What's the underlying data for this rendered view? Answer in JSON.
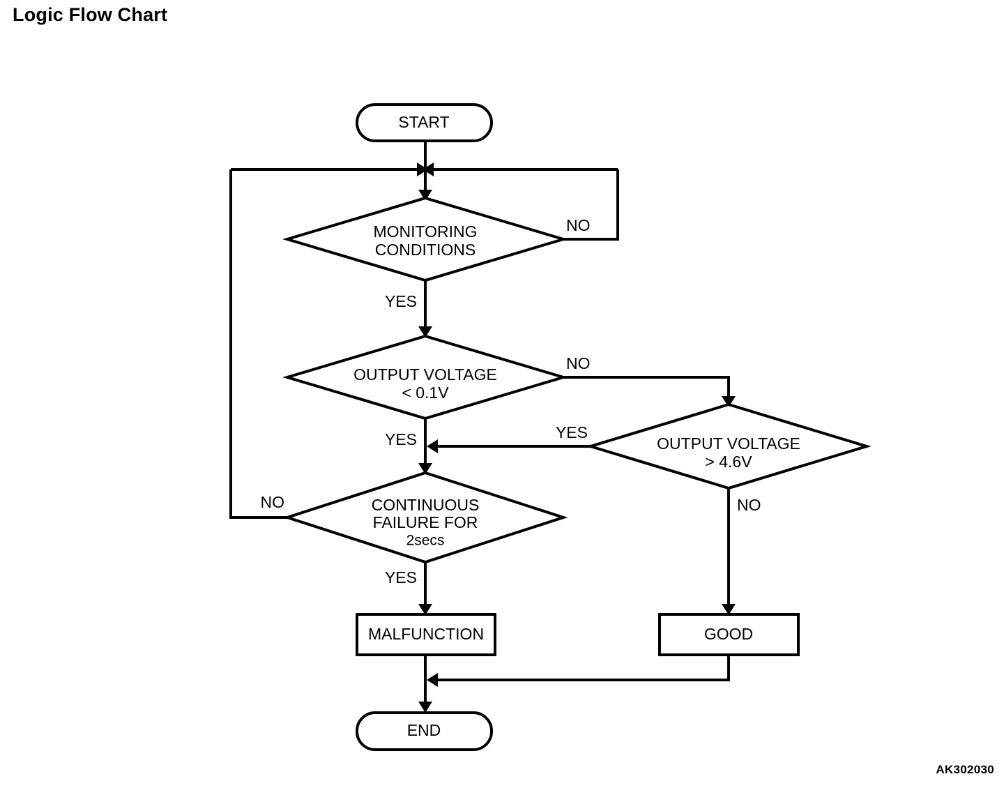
{
  "page": {
    "title": "Logic Flow Chart",
    "reference_code": "AK302030",
    "background_color": "#ffffff",
    "line_color": "#000000"
  },
  "chart_data": {
    "type": "diagram",
    "diagram_kind": "flowchart",
    "title": "Logic Flow Chart",
    "nodes": [
      {
        "id": "start",
        "shape": "stadium",
        "label": "START"
      },
      {
        "id": "monitoring",
        "shape": "diamond",
        "label_line1": "MONITORING",
        "label_line2": "CONDITIONS",
        "label_line3": ""
      },
      {
        "id": "voltage_low",
        "shape": "diamond",
        "label_line1": "OUTPUT VOLTAGE",
        "label_line2": "< 0.1V",
        "label_line3": ""
      },
      {
        "id": "voltage_high",
        "shape": "diamond",
        "label_line1": "OUTPUT VOLTAGE",
        "label_line2": "> 4.6V",
        "label_line3": ""
      },
      {
        "id": "continuous_failure",
        "shape": "diamond",
        "label_line1": "CONTINUOUS",
        "label_line2": "FAILURE FOR",
        "label_line3": "2secs"
      },
      {
        "id": "malfunction",
        "shape": "rectangle",
        "label": "MALFUNCTION"
      },
      {
        "id": "good",
        "shape": "rectangle",
        "label": "GOOD"
      },
      {
        "id": "end",
        "shape": "stadium",
        "label": "END"
      }
    ],
    "edges": [
      {
        "from": "start",
        "to": "monitoring",
        "label": ""
      },
      {
        "from": "monitoring",
        "to": "monitoring_entry_junction",
        "label": "NO"
      },
      {
        "from": "monitoring",
        "to": "voltage_low",
        "label": "YES"
      },
      {
        "from": "voltage_low",
        "to": "voltage_high",
        "label": "NO"
      },
      {
        "from": "voltage_low",
        "to": "continuous_failure",
        "label": "YES"
      },
      {
        "from": "voltage_high",
        "to": "continuous_failure",
        "label": "YES"
      },
      {
        "from": "voltage_high",
        "to": "good",
        "label": "NO"
      },
      {
        "from": "continuous_failure",
        "to": "monitoring_entry_junction",
        "label": "NO"
      },
      {
        "from": "continuous_failure",
        "to": "malfunction",
        "label": "YES"
      },
      {
        "from": "malfunction",
        "to": "end",
        "label": ""
      },
      {
        "from": "good",
        "to": "end",
        "label": ""
      }
    ]
  },
  "nodes": {
    "start": {
      "label": "START"
    },
    "monitoring": {
      "line1": "MONITORING",
      "line2": "CONDITIONS"
    },
    "voltage_low": {
      "line1": "OUTPUT VOLTAGE",
      "line2": "< 0.1V"
    },
    "voltage_high": {
      "line1": "OUTPUT VOLTAGE",
      "line2": "> 4.6V"
    },
    "continuous_failure": {
      "line1": "CONTINUOUS",
      "line2": "FAILURE FOR",
      "line3": "2secs"
    },
    "malfunction": {
      "label": "MALFUNCTION"
    },
    "good": {
      "label": "GOOD"
    },
    "end": {
      "label": "END"
    }
  },
  "labels": {
    "monitoring_no": "NO",
    "monitoring_yes": "YES",
    "voltage_low_no": "NO",
    "voltage_low_yes": "YES",
    "voltage_high_yes": "YES",
    "voltage_high_no": "NO",
    "continuous_no": "NO",
    "continuous_yes": "YES"
  }
}
